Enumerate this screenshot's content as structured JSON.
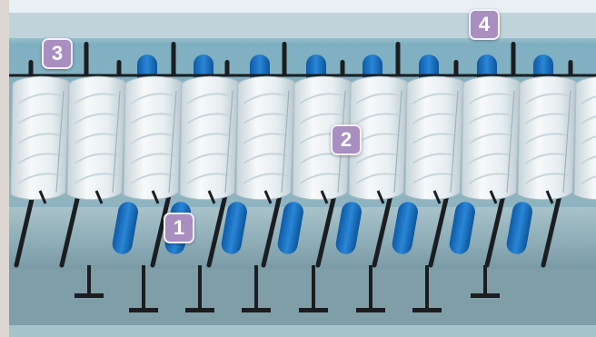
{
  "callouts": [
    {
      "id": "1",
      "label": "1"
    },
    {
      "id": "2",
      "label": "2"
    },
    {
      "id": "3",
      "label": "3"
    },
    {
      "id": "4",
      "label": "4"
    }
  ],
  "colors": {
    "callout_fill": "#a88fc0",
    "blue_needle": "#1a6fbf",
    "dark_needle": "#1b1d20",
    "yarn": "#eef3f5",
    "background_blue": "#8fb6c4"
  }
}
